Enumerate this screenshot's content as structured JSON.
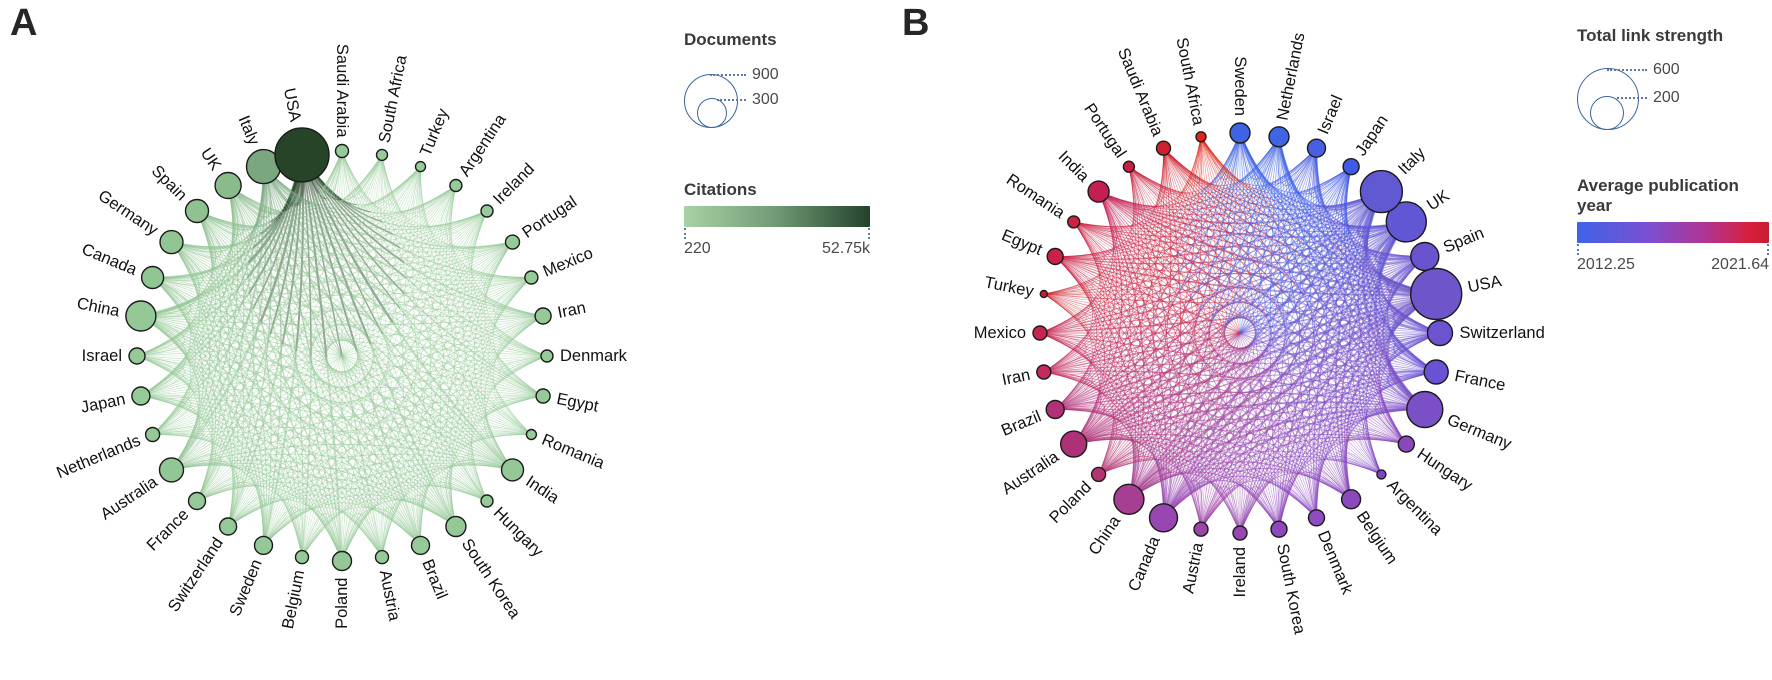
{
  "panels": {
    "a_label": "A",
    "b_label": "B"
  },
  "legend_a": {
    "size_title": "Documents",
    "size_big": "900",
    "size_small": "300",
    "color_title": "Citations",
    "color_min": "220",
    "color_max": "52.75k"
  },
  "legend_b": {
    "size_title": "Total link strength",
    "size_big": "600",
    "size_small": "200",
    "color_title": "Average publication year",
    "color_min": "2012.25",
    "color_max": "2021.64"
  },
  "chart_data": [
    {
      "type": "network-circle",
      "panel": "A",
      "size_legend": "Documents",
      "size_legend_values": [
        900,
        300
      ],
      "color_legend": "Citations",
      "color_scale": {
        "min": "220",
        "max": "52.75k",
        "colors": [
          "#a9d3a5",
          "#24412c"
        ]
      },
      "layout": {
        "center": [
          342,
          356
        ],
        "radius": 205,
        "bundle": 0.55,
        "edge_opacity": 0.5,
        "link_color": "endpoint-gradient"
      },
      "nodes": [
        {
          "label": "USA",
          "angle": 101.25,
          "r": 27,
          "color": "#254428"
        },
        {
          "label": "Italy",
          "angle": 112.5,
          "r": 17,
          "color": "#7aa77f"
        },
        {
          "label": "UK",
          "angle": 123.75,
          "r": 13,
          "color": "#8abb8c"
        },
        {
          "label": "Spain",
          "angle": 135,
          "r": 11.5,
          "color": "#8fc191"
        },
        {
          "label": "Germany",
          "angle": 146.25,
          "r": 11.5,
          "color": "#92c594"
        },
        {
          "label": "Canada",
          "angle": 157.5,
          "r": 11,
          "color": "#92c594"
        },
        {
          "label": "China",
          "angle": 168.75,
          "r": 15,
          "color": "#94c896"
        },
        {
          "label": "Israel",
          "angle": 180,
          "r": 8,
          "color": "#95c997"
        },
        {
          "label": "Japan",
          "angle": 191.25,
          "r": 9,
          "color": "#95c997"
        },
        {
          "label": "Netherlands",
          "angle": 202.5,
          "r": 7,
          "color": "#95c997"
        },
        {
          "label": "Australia",
          "angle": 213.75,
          "r": 12,
          "color": "#93c695"
        },
        {
          "label": "France",
          "angle": 225,
          "r": 8.5,
          "color": "#95c997"
        },
        {
          "label": "Switzerland",
          "angle": 236.25,
          "r": 8.5,
          "color": "#95c997"
        },
        {
          "label": "Sweden",
          "angle": 247.5,
          "r": 9,
          "color": "#94c896"
        },
        {
          "label": "Belgium",
          "angle": 258.75,
          "r": 6.5,
          "color": "#96ca98"
        },
        {
          "label": "Poland",
          "angle": 270,
          "r": 9.5,
          "color": "#94c896"
        },
        {
          "label": "Austria",
          "angle": 281.25,
          "r": 6.5,
          "color": "#96ca98"
        },
        {
          "label": "Brazil",
          "angle": 292.5,
          "r": 9,
          "color": "#95c997"
        },
        {
          "label": "South Korea",
          "angle": 303.75,
          "r": 10,
          "color": "#94c896"
        },
        {
          "label": "Hungary",
          "angle": 315,
          "r": 6,
          "color": "#96ca98"
        },
        {
          "label": "India",
          "angle": 326.25,
          "r": 11,
          "color": "#94c896"
        },
        {
          "label": "Romania",
          "angle": 337.5,
          "r": 5,
          "color": "#97cb99"
        },
        {
          "label": "Egypt",
          "angle": 348.75,
          "r": 7,
          "color": "#96ca98"
        },
        {
          "label": "Denmark",
          "angle": 0,
          "r": 6,
          "color": "#97cb99"
        },
        {
          "label": "Iran",
          "angle": 11.25,
          "r": 8,
          "color": "#95c997"
        },
        {
          "label": "Mexico",
          "angle": 22.5,
          "r": 6.5,
          "color": "#96ca98"
        },
        {
          "label": "Portugal",
          "angle": 33.75,
          "r": 7,
          "color": "#96ca98"
        },
        {
          "label": "Ireland",
          "angle": 45,
          "r": 6,
          "color": "#97cb99"
        },
        {
          "label": "Argentina",
          "angle": 56.25,
          "r": 6,
          "color": "#97cb99"
        },
        {
          "label": "Turkey",
          "angle": 67.5,
          "r": 5,
          "color": "#97cb99"
        },
        {
          "label": "South Africa",
          "angle": 78.75,
          "r": 5.5,
          "color": "#97cb99"
        },
        {
          "label": "Saudi Arabia",
          "angle": 90,
          "r": 6.5,
          "color": "#96ca98"
        }
      ]
    },
    {
      "type": "network-circle",
      "panel": "B",
      "size_legend": "Total link strength",
      "size_legend_values": [
        600,
        200
      ],
      "color_legend": "Average publication year",
      "color_scale": {
        "min": "2012.25",
        "max": "2021.64",
        "colors": [
          "#3f63e8",
          "#8a4ab8",
          "#d6203c"
        ]
      },
      "layout": {
        "center": [
          1240,
          333
        ],
        "radius": 200,
        "bundle": 0.55,
        "edge_opacity": 0.55,
        "link_color": "endpoint-gradient"
      },
      "nodes": [
        {
          "label": "Sweden",
          "angle": 90,
          "r": 10,
          "color": "#3f63e2"
        },
        {
          "label": "South Africa",
          "angle": 101.25,
          "r": 5,
          "color": "#df2517"
        },
        {
          "label": "Saudi Arabia",
          "angle": 112.5,
          "r": 7,
          "color": "#cd2130"
        },
        {
          "label": "Portugal",
          "angle": 123.75,
          "r": 5.5,
          "color": "#ca2040"
        },
        {
          "label": "India",
          "angle": 135,
          "r": 10.5,
          "color": "#c41f53"
        },
        {
          "label": "Romania",
          "angle": 146.25,
          "r": 6,
          "color": "#cb2142"
        },
        {
          "label": "Egypt",
          "angle": 157.5,
          "r": 8,
          "color": "#ca2147"
        },
        {
          "label": "Turkey",
          "angle": 168.75,
          "r": 3.5,
          "color": "#c82029"
        },
        {
          "label": "Mexico",
          "angle": 180,
          "r": 7,
          "color": "#c52550"
        },
        {
          "label": "Iran",
          "angle": 191.25,
          "r": 7,
          "color": "#c32a5e"
        },
        {
          "label": "Brazil",
          "angle": 202.5,
          "r": 9,
          "color": "#b23078"
        },
        {
          "label": "Australia",
          "angle": 213.75,
          "r": 13,
          "color": "#ae3077"
        },
        {
          "label": "Poland",
          "angle": 225,
          "r": 7,
          "color": "#b43471"
        },
        {
          "label": "China",
          "angle": 236.25,
          "r": 15,
          "color": "#a63e91"
        },
        {
          "label": "Canada",
          "angle": 247.5,
          "r": 14,
          "color": "#9847b2"
        },
        {
          "label": "Austria",
          "angle": 258.75,
          "r": 7,
          "color": "#9c44a7"
        },
        {
          "label": "Ireland",
          "angle": 270,
          "r": 7,
          "color": "#9648af"
        },
        {
          "label": "South Korea",
          "angle": 281.25,
          "r": 8,
          "color": "#8f47bb"
        },
        {
          "label": "Denmark",
          "angle": 292.5,
          "r": 8,
          "color": "#8d4cc2"
        },
        {
          "label": "Belgium",
          "angle": 303.75,
          "r": 9.5,
          "color": "#8b49bc"
        },
        {
          "label": "Argentina",
          "angle": 315,
          "r": 4.5,
          "color": "#7b44c4"
        },
        {
          "label": "Hungary",
          "angle": 326.25,
          "r": 8,
          "color": "#8a48bd"
        },
        {
          "label": "Germany",
          "angle": 337.5,
          "r": 18,
          "color": "#7b50c6"
        },
        {
          "label": "France",
          "angle": 348.75,
          "r": 12,
          "color": "#6b51d3"
        },
        {
          "label": "Switzerland",
          "angle": 0,
          "r": 12.5,
          "color": "#6e53d0"
        },
        {
          "label": "USA",
          "angle": 11.25,
          "r": 25.5,
          "color": "#6e55c9"
        },
        {
          "label": "Spain",
          "angle": 22.5,
          "r": 14,
          "color": "#6b53cf"
        },
        {
          "label": "UK",
          "angle": 33.75,
          "r": 20,
          "color": "#6156d3"
        },
        {
          "label": "Italy",
          "angle": 45,
          "r": 21,
          "color": "#6159d1"
        },
        {
          "label": "Japan",
          "angle": 56.25,
          "r": 8,
          "color": "#415ae4"
        },
        {
          "label": "Israel",
          "angle": 67.5,
          "r": 9,
          "color": "#4a5ee2"
        },
        {
          "label": "Netherlands",
          "angle": 78.75,
          "r": 10,
          "color": "#4164e3"
        }
      ]
    }
  ]
}
